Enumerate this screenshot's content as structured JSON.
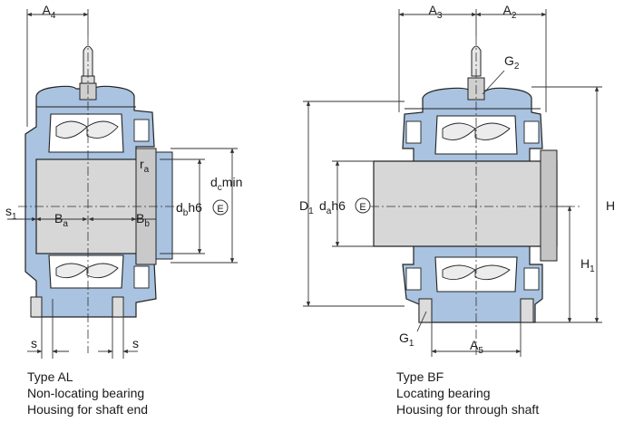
{
  "left_view": {
    "dims": {
      "A4": {
        "main": "A",
        "sub": "4"
      },
      "dcmin": {
        "main": "d",
        "sub": "c",
        "tail": "min"
      },
      "ra": {
        "main": "r",
        "sub": "a"
      },
      "dbh6": {
        "main": "d",
        "sub": "b",
        "tail": "h6"
      },
      "s1": {
        "main": "s",
        "sub": "1"
      },
      "Ba": {
        "main": "B",
        "sub": "a"
      },
      "Bb": {
        "main": "B",
        "sub": "b"
      },
      "s_left": "s",
      "s_right": "s"
    },
    "caption": {
      "type": "Type AL",
      "line2": "Non-locating bearing",
      "line3": "Housing for shaft end"
    }
  },
  "right_view": {
    "dims": {
      "A3": {
        "main": "A",
        "sub": "3"
      },
      "A2": {
        "main": "A",
        "sub": "2"
      },
      "G2": {
        "main": "G",
        "sub": "2"
      },
      "D1": {
        "main": "D",
        "sub": "1"
      },
      "dah6": {
        "main": "d",
        "sub": "a",
        "tail": "h6"
      },
      "H": "H",
      "H1": {
        "main": "H",
        "sub": "1"
      },
      "G1": {
        "main": "G",
        "sub": "1"
      },
      "A5": {
        "main": "A",
        "sub": "5"
      }
    },
    "caption": {
      "type": "Type BF",
      "line2": "Locating bearing",
      "line3": "Housing for through shaft"
    }
  },
  "e_symbol": "E",
  "colors": {
    "housing": "#a9c3e0",
    "housing_dark": "#8fb0d6",
    "shaft": "#d7d7d7",
    "shaft_shade": "#bdbdbd",
    "outline": "#222222",
    "bearing": "#ffffff",
    "dim_line": "#333333"
  }
}
